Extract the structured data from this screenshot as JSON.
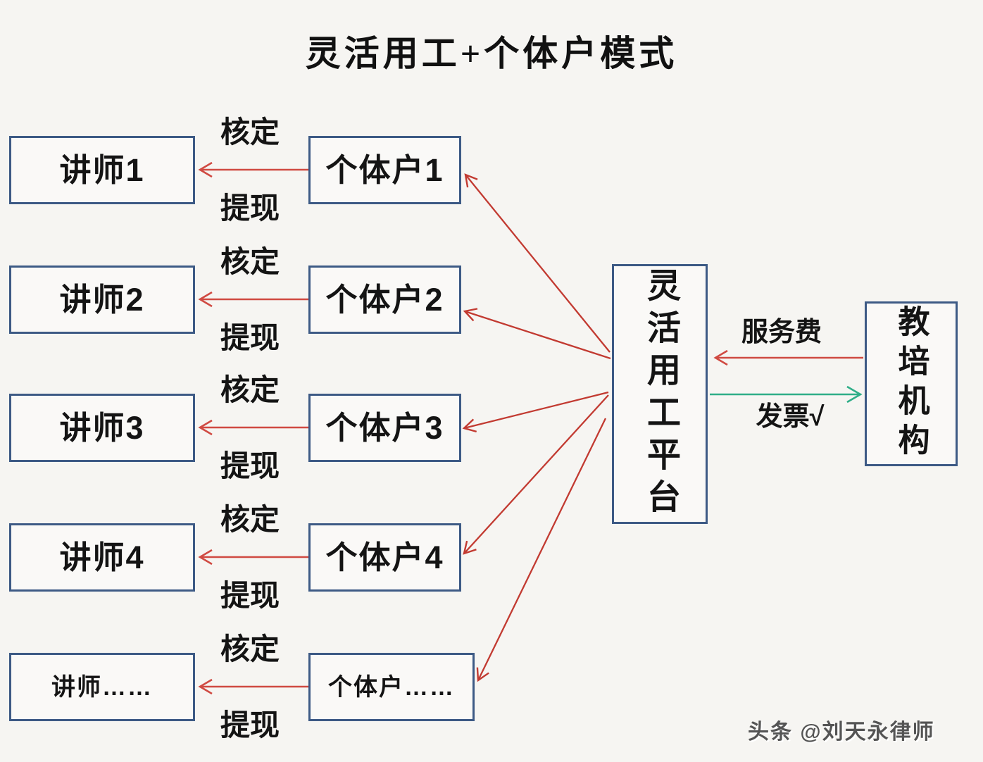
{
  "title": "灵活用工+个体户模式",
  "rows": [
    {
      "lecturer": "讲师1",
      "household": "个体户1",
      "flow_top": "核定",
      "flow_bottom": "提现"
    },
    {
      "lecturer": "讲师2",
      "household": "个体户2",
      "flow_top": "核定",
      "flow_bottom": "提现"
    },
    {
      "lecturer": "讲师3",
      "household": "个体户3",
      "flow_top": "核定",
      "flow_bottom": "提现"
    },
    {
      "lecturer": "讲师4",
      "household": "个体户4",
      "flow_top": "核定",
      "flow_bottom": "提现"
    },
    {
      "lecturer": "讲师……",
      "household": "个体户……",
      "flow_top": "核定",
      "flow_bottom": "提现"
    }
  ],
  "platform_label": "灵活用工平台",
  "agency_label": "教培机构",
  "service_fee_label": "服务费",
  "invoice_label": "发票√",
  "watermark": "头条 @刘天永律师",
  "colors": {
    "background": "#f6f5f2",
    "box_border": "#3d5a85",
    "arrow_red": "#d04a42",
    "arrow_dark_red": "#c23a31",
    "arrow_green": "#2fae88",
    "text": "#141414"
  }
}
